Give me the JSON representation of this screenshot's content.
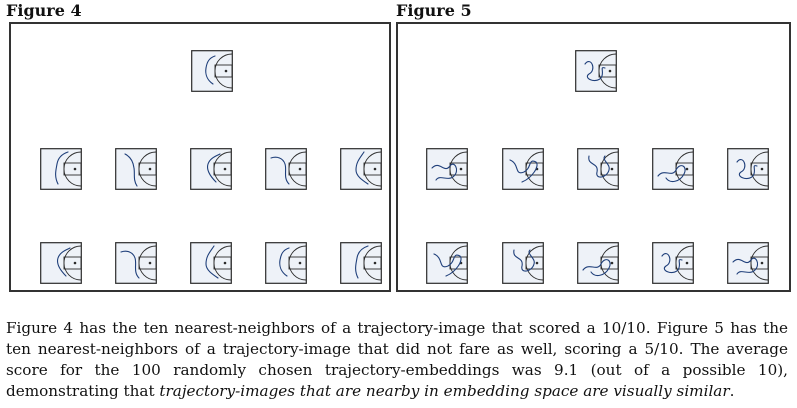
{
  "figure4": {
    "title": "Figure 4",
    "query_icon": "trajectory-image-icon",
    "neighbor_count": 10
  },
  "figure5": {
    "title": "Figure 5",
    "query_icon": "trajectory-image-icon",
    "neighbor_count": 10
  },
  "caption": {
    "text_main": "Figure 4 has the ten nearest-neighbors of a trajectory-image that scored a 10/10. Figure 5 has the ten nearest-neighbors of a trajectory-image that did not fare as well, scoring a 5/10. The average score for the 100 randomly chosen trajectory-embeddings was 9.1 (out of a possible 10), demonstrating that ",
    "text_italic": "trajectory-images that are nearby in embedding space are visually similar",
    "text_end": "."
  },
  "colors": {
    "court_line": "#2b2b2b",
    "court_fill": "#eef2f8",
    "trajectory": "#1f3f7a"
  }
}
